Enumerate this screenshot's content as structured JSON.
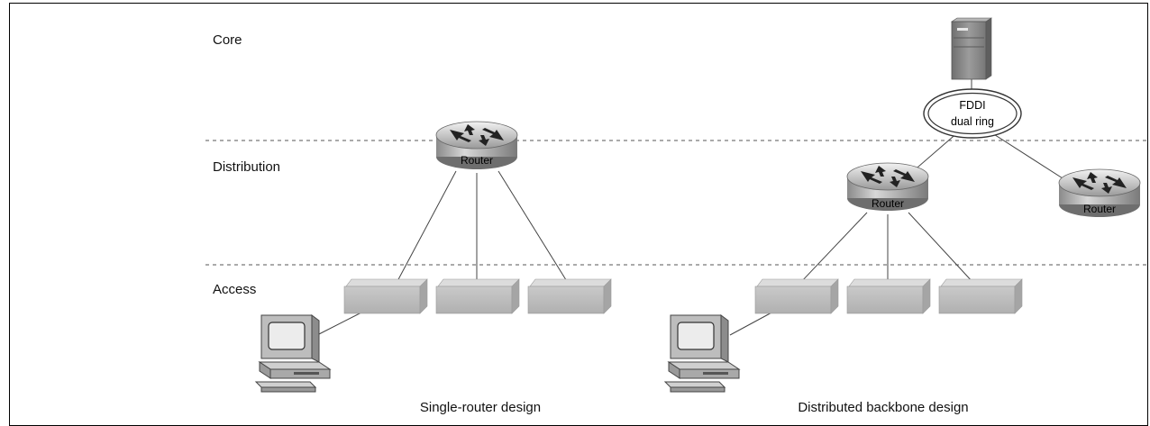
{
  "layers": {
    "core": "Core",
    "distribution": "Distribution",
    "access": "Access"
  },
  "left_design": {
    "caption": "Single-router design",
    "router_label": "Router"
  },
  "right_design": {
    "caption": "Distributed backbone design",
    "router_label_1": "Router",
    "router_label_2": "Router",
    "ring_label_line1": "FDDI",
    "ring_label_line2": "dual ring"
  }
}
